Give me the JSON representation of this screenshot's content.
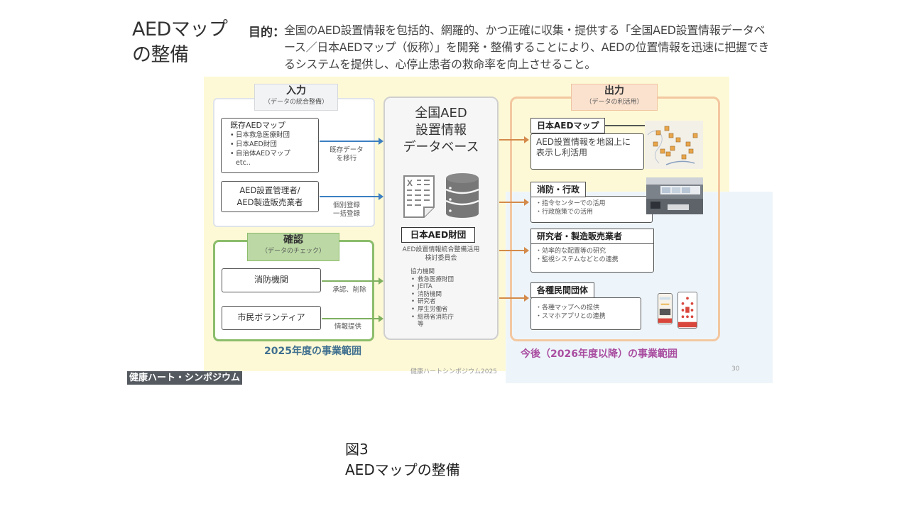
{
  "header": {
    "title_line1": "AEDマップ",
    "title_line2": "の整備",
    "purpose_label": "目的：",
    "purpose_text": "全国のAED設置情報を包括的、網羅的、かつ正確に収集・提供する「全国AED設置情報データベース／日本AEDマップ（仮称）」を開発・整備することにより、AEDの位置情報を迅速に把握できるシステムを提供し、心停止患者の救命率を向上させること。"
  },
  "input": {
    "title": "入力",
    "subtitle": "（データの統合整備）",
    "existing_map": {
      "title": "既存AEDマップ",
      "items": [
        "日本救急医療財団",
        "日本AED財団",
        "自治体AEDマップ"
      ],
      "etc": "etc.."
    },
    "admin_box": {
      "line1": "AED設置管理者/",
      "line2": "AED製造販売業者"
    },
    "arrow1_label": [
      "既存データ",
      "を移行"
    ],
    "arrow2_label": [
      "個別登録",
      "一括登録"
    ]
  },
  "check": {
    "title": "確認",
    "subtitle": "（データのチェック）",
    "box1": "消防機関",
    "box2": "市民ボランティア",
    "arrow1_label": "承認、削除",
    "arrow2_label": "情報提供"
  },
  "scope_2025": "2025年度の事業範囲",
  "database": {
    "title_lines": [
      "全国AED",
      "設置情報",
      "データベース"
    ],
    "doc_icon": "spreadsheet-icon",
    "db_icon": "database-icon",
    "org": "日本AED財団",
    "committee_lines": [
      "AED設置情報統合整備活用",
      "検討委員会"
    ],
    "coop_label": "協力機関",
    "coop_items": [
      "救急医療財団",
      "JEITA",
      "消防機関",
      "研究者",
      "厚生労働省",
      "総務省消防庁"
    ],
    "coop_etc": "等"
  },
  "output": {
    "title": "出力",
    "subtitle": "（データの利活用）",
    "items": [
      {
        "tag": "日本AEDマップ",
        "lines": [
          "AED設置情報を地図上に",
          "表示し利活用"
        ],
        "image": "map-image"
      },
      {
        "tag": "消防・行政",
        "lines": [
          "・指令センターでの活用",
          "・行政施策での活用"
        ],
        "image": "control-room-photo"
      },
      {
        "tag": "研究者・製造販売業者",
        "lines": [
          "・効率的な配置等の研究",
          "・監視システムなどとの連携"
        ]
      },
      {
        "tag": "各種民間団体",
        "lines": [
          "・各種マップへの提供",
          "・スマホアプリとの連携"
        ],
        "image": "smartphone-apps"
      }
    ]
  },
  "scope_future": "今後（2026年度以降）の事業範囲",
  "footer": {
    "slide_footer": "健康ハートシンポジウム2025",
    "page_number": "30",
    "watermark": "健康ハート・シンポジウム"
  },
  "caption": {
    "figure": "図3",
    "title": "AEDマップの整備"
  },
  "colors": {
    "input_arrow": "#3c7fc2",
    "check_arrow": "#7fb060",
    "output_arrow": "#d48a4a",
    "scope_2025": "#3f6f8f",
    "scope_future": "#a94da0"
  }
}
